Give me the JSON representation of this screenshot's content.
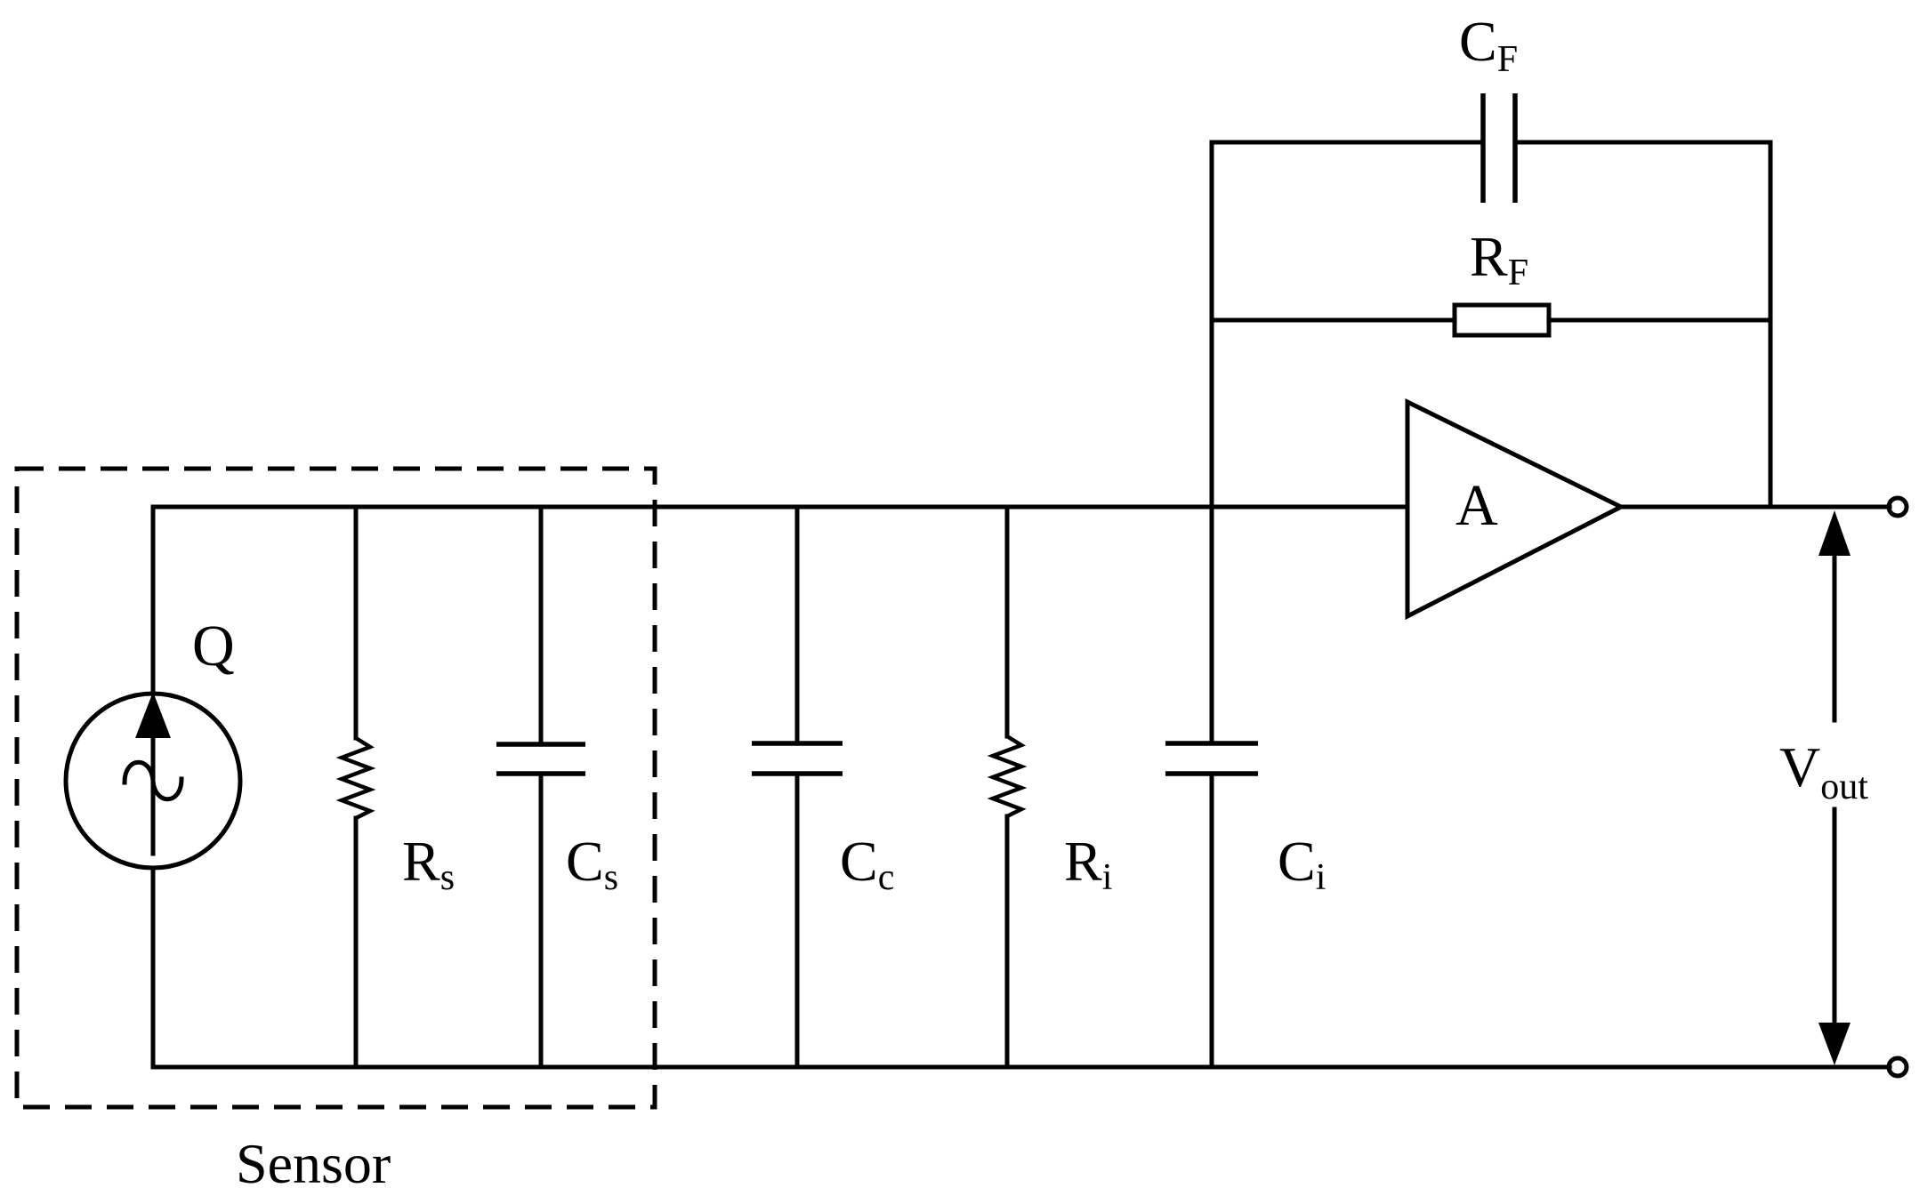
{
  "labels": {
    "source": "Q",
    "sensor": "Sensor",
    "amplifier": "A",
    "rs": {
      "main": "R",
      "sub": "s"
    },
    "cs": {
      "main": "C",
      "sub": "s"
    },
    "cc": {
      "main": "C",
      "sub": "c"
    },
    "ri": {
      "main": "R",
      "sub": "i"
    },
    "ci": {
      "main": "C",
      "sub": "i"
    },
    "cf": {
      "main": "C",
      "sub": "F"
    },
    "rf": {
      "main": "R",
      "sub": "F"
    },
    "vout": {
      "main": "V",
      "sub": "out"
    }
  }
}
